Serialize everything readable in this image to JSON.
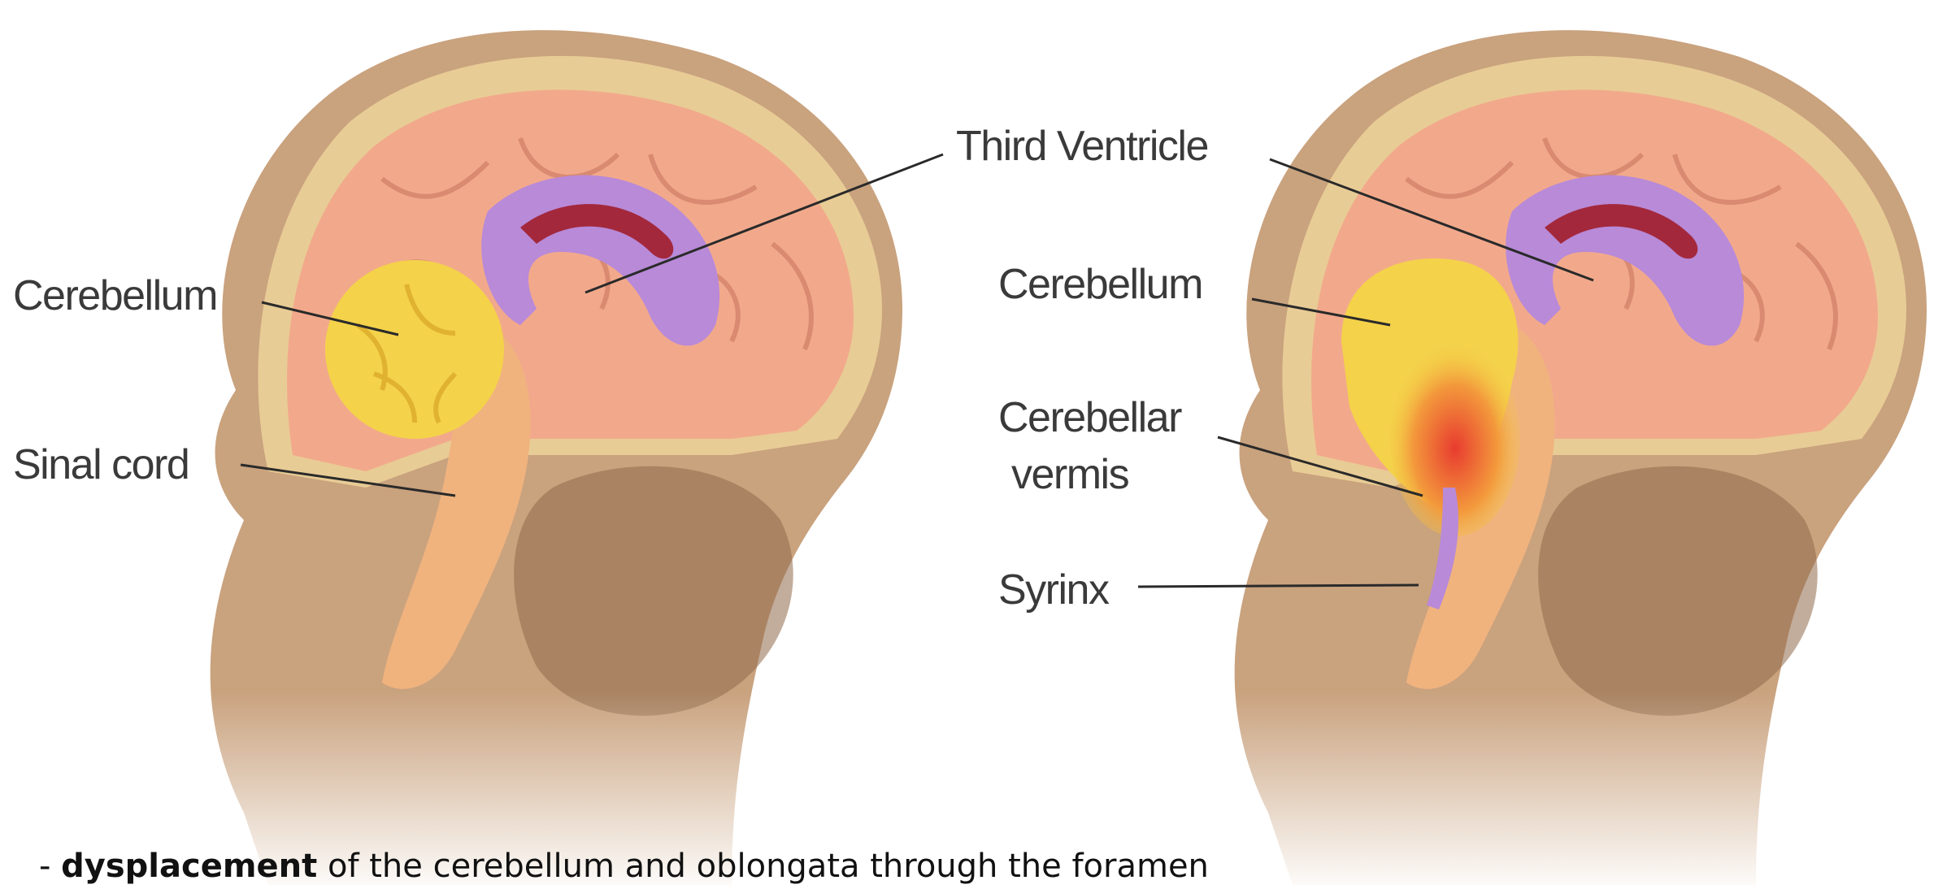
{
  "colors": {
    "skin": "#c9a27e",
    "skin_dark": "#8f6a4b",
    "brain": "#f2a98b",
    "skull": "#e8cc95",
    "cerebellum": "#f4d24a",
    "ventricle": "#b88ad8",
    "corpus": "#a3283c",
    "spine": "#f0b37e",
    "syrinx": "#e8553a"
  },
  "left_diagram": {
    "labels": {
      "cerebellum": "Cerebellum",
      "spinal_cord": "Sinal cord"
    }
  },
  "right_diagram": {
    "labels": {
      "third_ventricle": "Third Ventricle",
      "cerebellum": "Cerebellum",
      "cerebellar_vermis_line1": "Cerebellar",
      "cerebellar_vermis_line2": "vermis",
      "syrinx": "Syrinx"
    }
  },
  "caption": {
    "prefix": "- ",
    "bold": "dysplacement",
    "rest": " of the cerebellum and oblongata through the foramen"
  }
}
